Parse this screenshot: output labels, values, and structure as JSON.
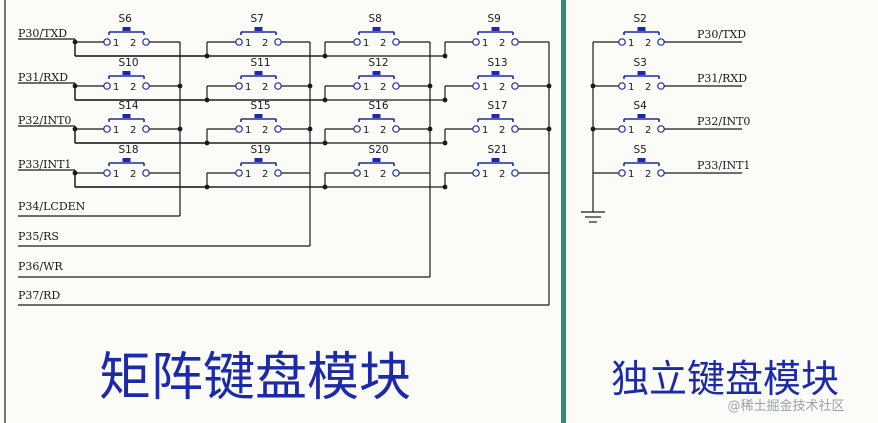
{
  "matrix": {
    "title": "矩阵键盘模块",
    "row_nets": [
      "P30/TXD",
      "P31/RXD",
      "P32/INT0",
      "P33/INT1"
    ],
    "col_nets": [
      "P34/LCDEN",
      "P35/RS",
      "P36/WR",
      "P37/RD"
    ],
    "switches": [
      [
        "S6",
        "S7",
        "S8",
        "S9"
      ],
      [
        "S10",
        "S11",
        "S12",
        "S13"
      ],
      [
        "S14",
        "S15",
        "S16",
        "S17"
      ],
      [
        "S18",
        "S19",
        "S20",
        "S21"
      ]
    ]
  },
  "independent": {
    "title": "独立键盘模块",
    "switches": [
      "S2",
      "S3",
      "S4",
      "S5"
    ],
    "nets": [
      "P30/TXD",
      "P31/RXD",
      "P32/INT0",
      "P33/INT1"
    ]
  },
  "pin_labels": {
    "pin1": "1",
    "pin2": "2"
  },
  "watermark": "@稀土掘金技术社区",
  "colors": {
    "divider": "#2a8f7a",
    "switch": "#1c2aa8",
    "title": "#1c2aa8",
    "wire": "#1a1a1a"
  }
}
